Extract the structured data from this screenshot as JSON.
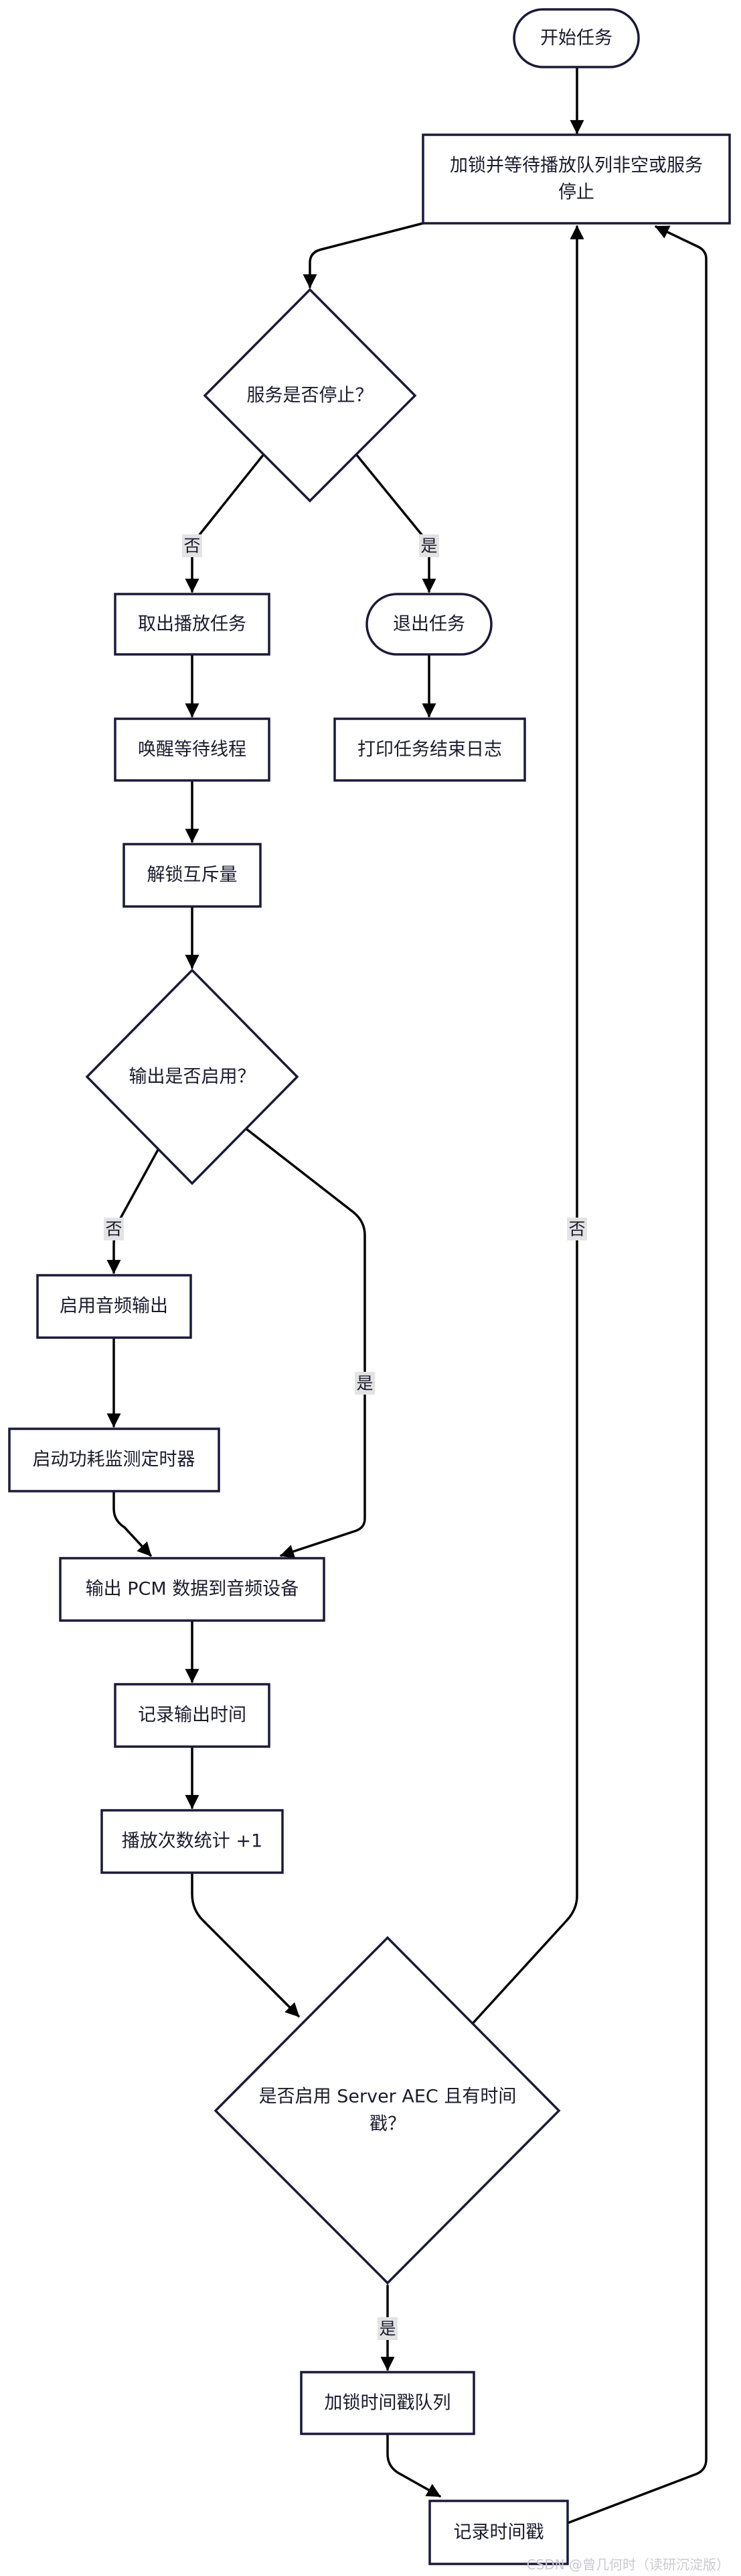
{
  "nodes": {
    "start": "开始任务",
    "lock_wait": "加锁并等待播放队列非空或服务",
    "lock_wait_line2": "停止",
    "svc_stopped": "服务是否停止？",
    "take_task": "取出播放任务",
    "exit_task": "退出任务",
    "wake_threads": "唤醒等待线程",
    "print_log": "打印任务结束日志",
    "unlock_mutex": "解锁互斥量",
    "output_enabled": "输出是否启用？",
    "enable_audio": "启用音频输出",
    "start_timer": "启动功耗监测定时器",
    "output_pcm": "输出 PCM 数据到音频设备",
    "record_output_time": "记录输出时间",
    "play_count": "播放次数统计 +1",
    "server_aec": "是否启用 Server AEC 且有时间",
    "server_aec_line2": "戳？",
    "lock_ts_queue": "加锁时间戳队列",
    "record_ts": "记录时间戳"
  },
  "edge_labels": {
    "svc_no": "否",
    "svc_yes": "是",
    "out_no": "否",
    "out_yes": "是",
    "aec_no": "否",
    "aec_yes": "是"
  },
  "watermark": "CSDN @曾几何时（读研沉淀版）"
}
